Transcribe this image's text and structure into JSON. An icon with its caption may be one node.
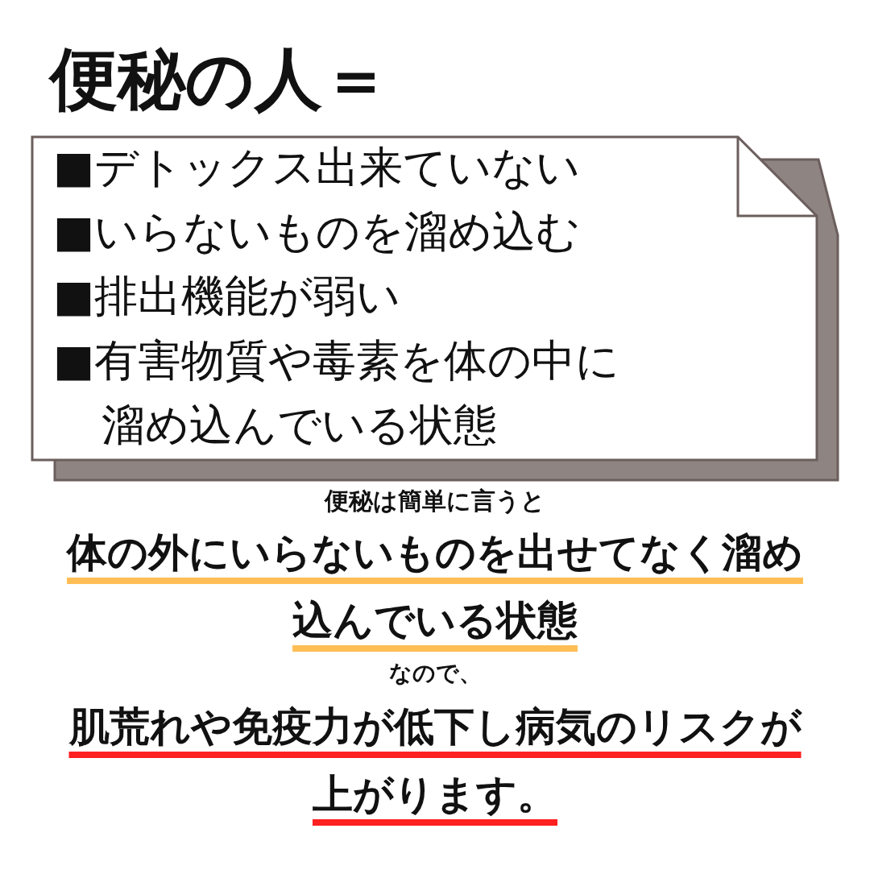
{
  "diagram": {
    "title": "便秘の人＝",
    "nodes": [
      {
        "text": [
          "■デトックス出来ていない",
          "■いらないものを溜め込む",
          "■排出機能が弱い",
          "■有害物質や毒素を体の中に溜め込んでいる状態"
        ]
      }
    ],
    "labels": [
      "便秘は簡単に言うと",
      "体の外にいらないものを出せてなく溜め込んでいる状態",
      "なので、",
      "肌荒れや免疫力が低下し病気のリスクが上がります。"
    ]
  }
}
